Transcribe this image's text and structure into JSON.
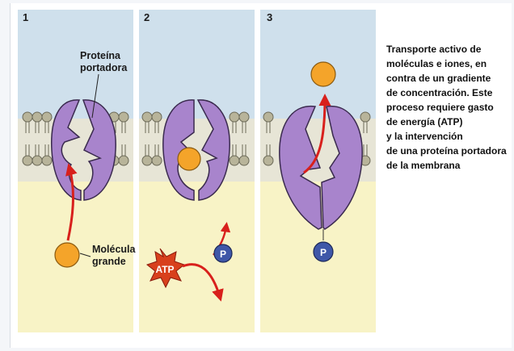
{
  "panels": [
    {
      "number": "1"
    },
    {
      "number": "2"
    },
    {
      "number": "3"
    }
  ],
  "labels": {
    "carrier_line1": "Proteína",
    "carrier_line2": "portadora",
    "molecule_line1": "Molécula",
    "molecule_line2": "grande",
    "atp": "ATP",
    "phosphate": "P"
  },
  "caption_lines": [
    "Transporte activo de",
    "moléculas e iones, en",
    "contra de un gradiente",
    "de concentración. Este",
    "proceso requiere gasto",
    "de energía  (ATP)",
    "y la intervención",
    "de una proteína portadora",
    "de la membrana"
  ],
  "colors": {
    "protein": "#a884cc",
    "protein_stroke": "#3a2a4e",
    "molecule": "#f4a42a",
    "arrow": "#d8201c",
    "top_fluid": "#cfe0ec",
    "bottom_fluid": "#f8f3c6",
    "lipid_head": "#b8b49a",
    "phosphate": "#3f57a8",
    "atp_burst": "#d8401c"
  }
}
